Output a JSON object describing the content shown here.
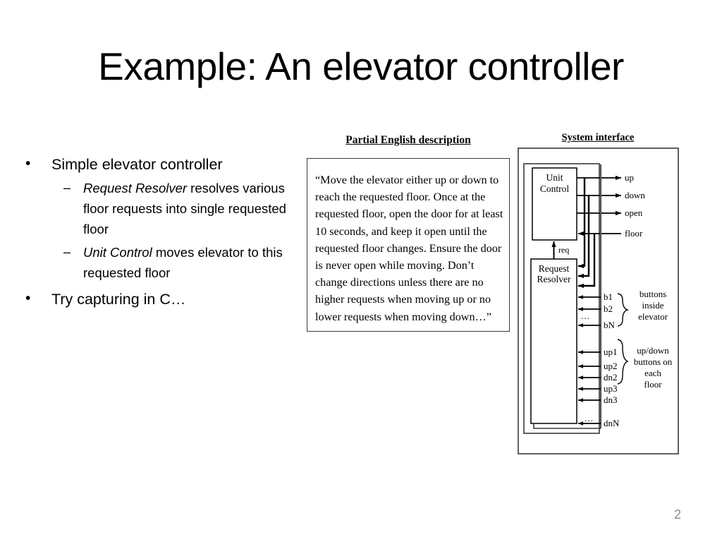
{
  "slide": {
    "title": "Example: An elevator controller",
    "page_number": "2"
  },
  "bullets": [
    {
      "level": 1,
      "marker": "•",
      "text": "Simple elevator controller"
    },
    {
      "level": 2,
      "marker": "–",
      "emphasis": "Request Resolver",
      "rest": " resolves various floor requests into single requested floor"
    },
    {
      "level": 2,
      "marker": "–",
      "emphasis": "Unit Control",
      "rest": " moves elevator to this requested floor"
    },
    {
      "level": 1,
      "marker": "•",
      "text": "Try capturing in C…"
    }
  ],
  "description_panel": {
    "caption": "Partial English description",
    "body": "“Move the elevator either up or down to reach the requested floor. Once at the requested floor, open the door for at least 10 seconds, and keep it open until the requested floor changes. Ensure the door is never open while moving. Don’t change directions unless there are no higher requests when moving up or no lower requests when moving down…”"
  },
  "system_panel": {
    "caption": "System interface",
    "blocks": [
      {
        "id": "unit-control",
        "line1": "Unit",
        "line2": "Control"
      },
      {
        "id": "request-resolver",
        "line1": "Request",
        "line2": "Resolver"
      }
    ],
    "internal_signal": "req",
    "outputs": [
      "up",
      "down",
      "open"
    ],
    "inputs_to_unit_control": [
      "floor"
    ],
    "elevator_buttons": {
      "group_label_lines": [
        "buttons",
        "inside",
        "elevator"
      ],
      "signals": [
        "b1",
        "b2",
        "bN"
      ],
      "ellipsis": "…"
    },
    "floor_buttons": {
      "group_label_lines": [
        "up/down",
        "buttons on",
        "each",
        "floor"
      ],
      "signals": [
        "up1",
        "up2",
        "dn2",
        "up3",
        "dn3"
      ],
      "ellipsis": "…",
      "last_signal": "dnN"
    }
  },
  "colors": {
    "ink": "#000000",
    "rule": "#3a3a3a",
    "page_number": "#8c8c8c",
    "background": "#ffffff"
  }
}
